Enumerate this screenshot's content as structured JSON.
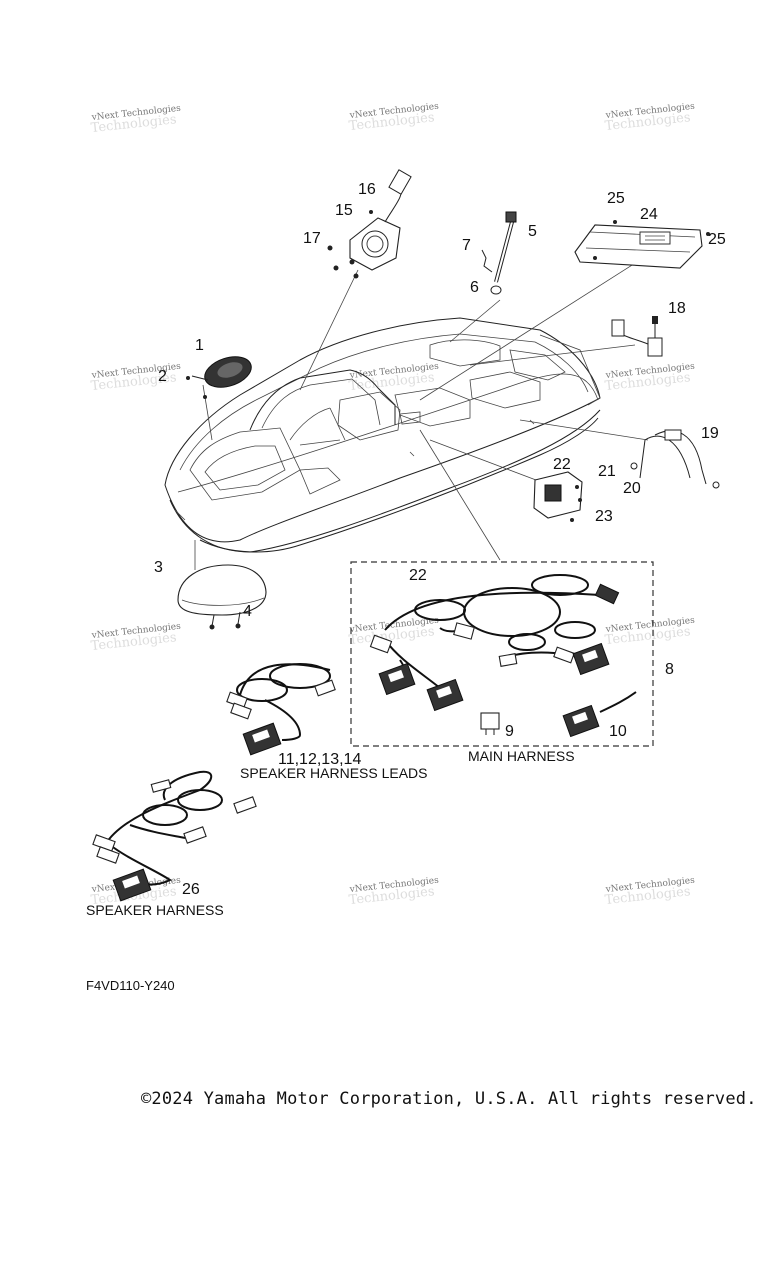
{
  "watermark": "vNext Technologies",
  "callouts": [
    "1",
    "2",
    "3",
    "4",
    "5",
    "6",
    "7",
    "8",
    "9",
    "10",
    "11,12,13,14",
    "15",
    "16",
    "17",
    "18",
    "19",
    "20",
    "21",
    "22",
    "22",
    "23",
    "24",
    "25",
    "25",
    "26"
  ],
  "labels": {
    "speaker_harness_leads": "SPEAKER HARNESS LEADS",
    "main_harness": "MAIN HARNESS",
    "speaker_harness": "SPEAKER HARNESS"
  },
  "diagram_code": "F4VD110-Y240",
  "copyright": "©2024 Yamaha Motor Corporation, U.S.A. All rights reserved."
}
